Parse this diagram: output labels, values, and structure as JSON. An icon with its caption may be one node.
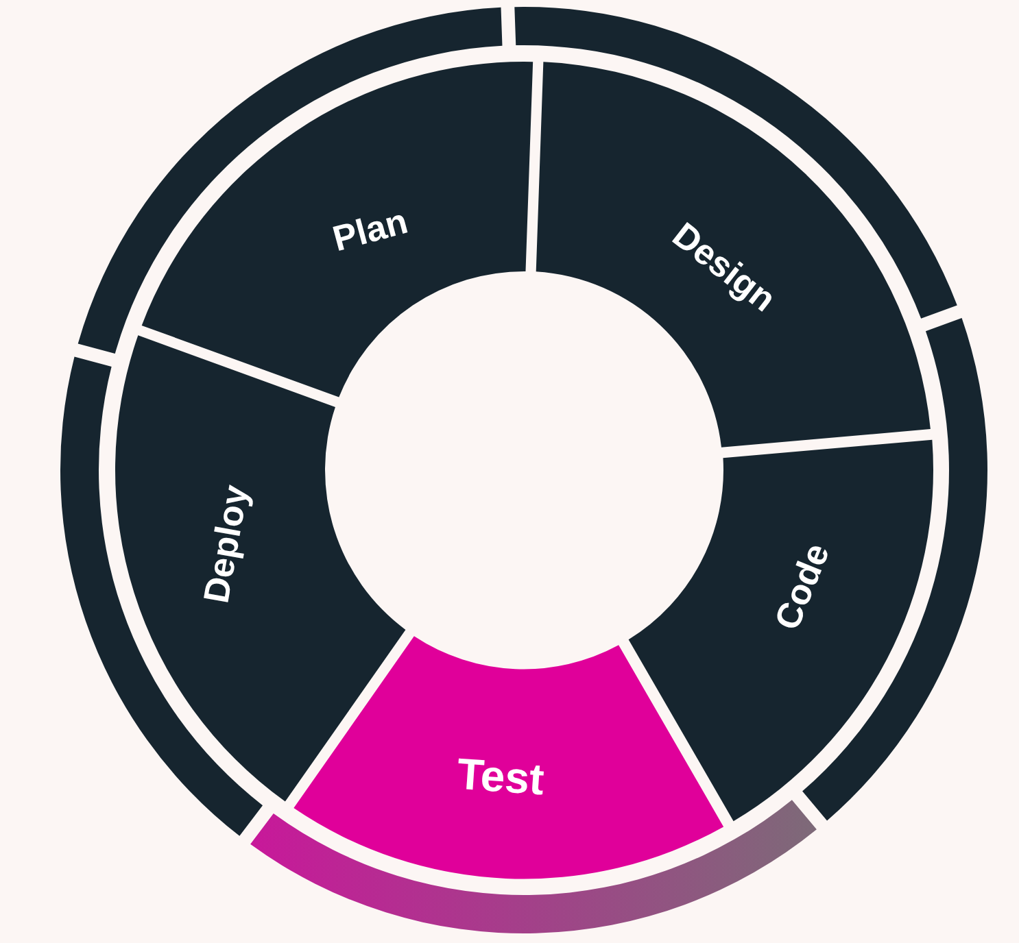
{
  "diagram": {
    "nodes": [
      {
        "text": [
          "Plan"
        ]
      },
      {
        "text": [
          "Design"
        ]
      },
      {
        "text": [
          "Code"
        ]
      },
      {
        "text": [
          "Test"
        ]
      },
      {
        "text": [
          "Deploy"
        ]
      }
    ]
  }
}
